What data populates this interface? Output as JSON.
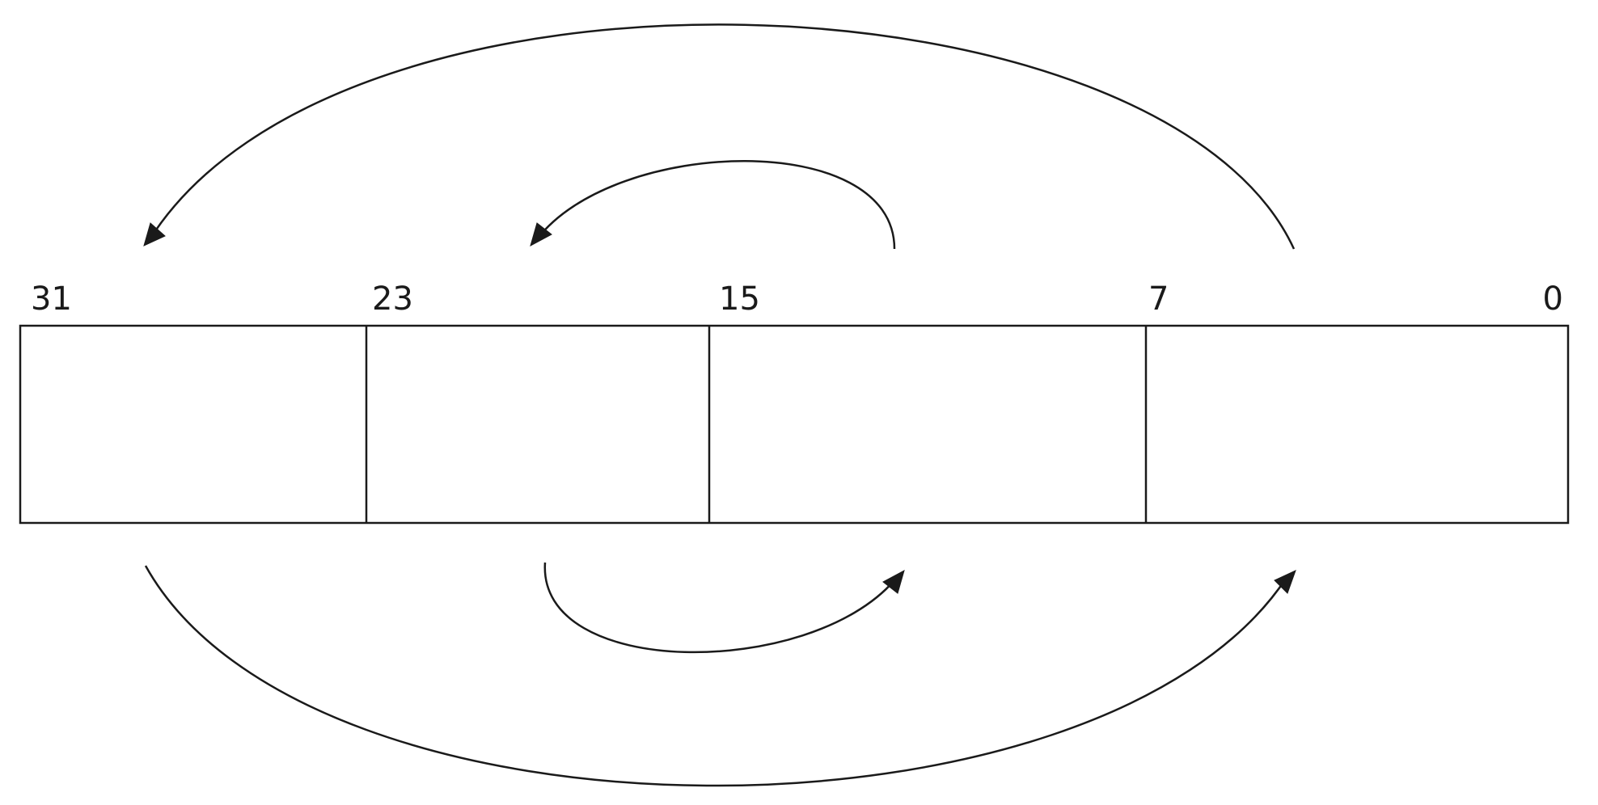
{
  "diagram": {
    "bit_labels": {
      "bit_31": "31",
      "bit_23": "23",
      "bit_15": "15",
      "bit_7": "7",
      "bit_0": "0"
    },
    "register": {
      "byte_count": 4,
      "total_bits": 32
    },
    "byte_swaps": [
      {
        "from_byte": 0,
        "to_byte": 3,
        "side": "top"
      },
      {
        "from_byte": 1,
        "to_byte": 2,
        "side": "top"
      },
      {
        "from_byte": 3,
        "to_byte": 0,
        "side": "bottom"
      },
      {
        "from_byte": 2,
        "to_byte": 1,
        "side": "bottom"
      }
    ],
    "colors": {
      "line": "#1a1a1a",
      "background": "#ffffff"
    }
  }
}
